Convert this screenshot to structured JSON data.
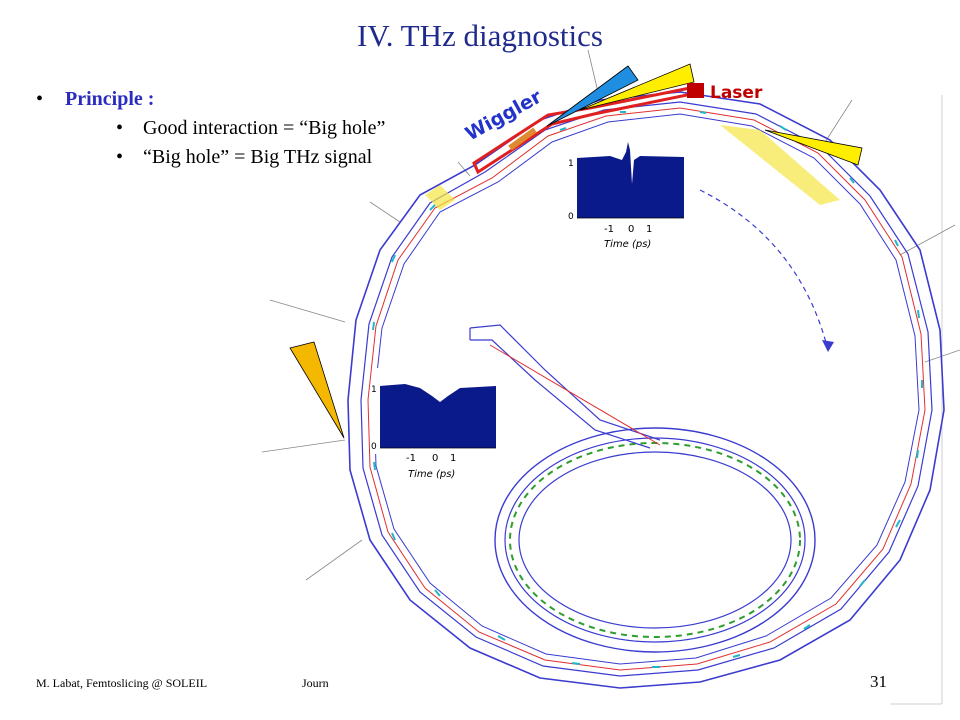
{
  "title": "IV. THz diagnostics",
  "bullets": {
    "principle": "Principle :",
    "items": [
      "Good interaction = “Big hole”",
      "“Big hole” = Big THz signal"
    ]
  },
  "diagram": {
    "wiggler_label": "Wiggler",
    "laser_label": "Laser",
    "inset_top": {
      "y_ticks": [
        "1",
        "0"
      ],
      "x_ticks": [
        "-1",
        "0",
        "1"
      ],
      "xlabel": "Time (ps)"
    },
    "inset_bottom": {
      "y_ticks": [
        "1",
        "0"
      ],
      "x_ticks": [
        "-1",
        "0",
        "1"
      ],
      "xlabel": "Time (ps)"
    },
    "colors": {
      "ring": "#3b3bd0",
      "beam": "#e03030",
      "inset_fill": "#0b1a8a",
      "laser_box": "#c00000",
      "wiggler_text": "#2233cc"
    }
  },
  "footer": {
    "left": "M. Labat, Femtoslicing @ SOLEIL",
    "middle": "Journ",
    "page": "31"
  }
}
